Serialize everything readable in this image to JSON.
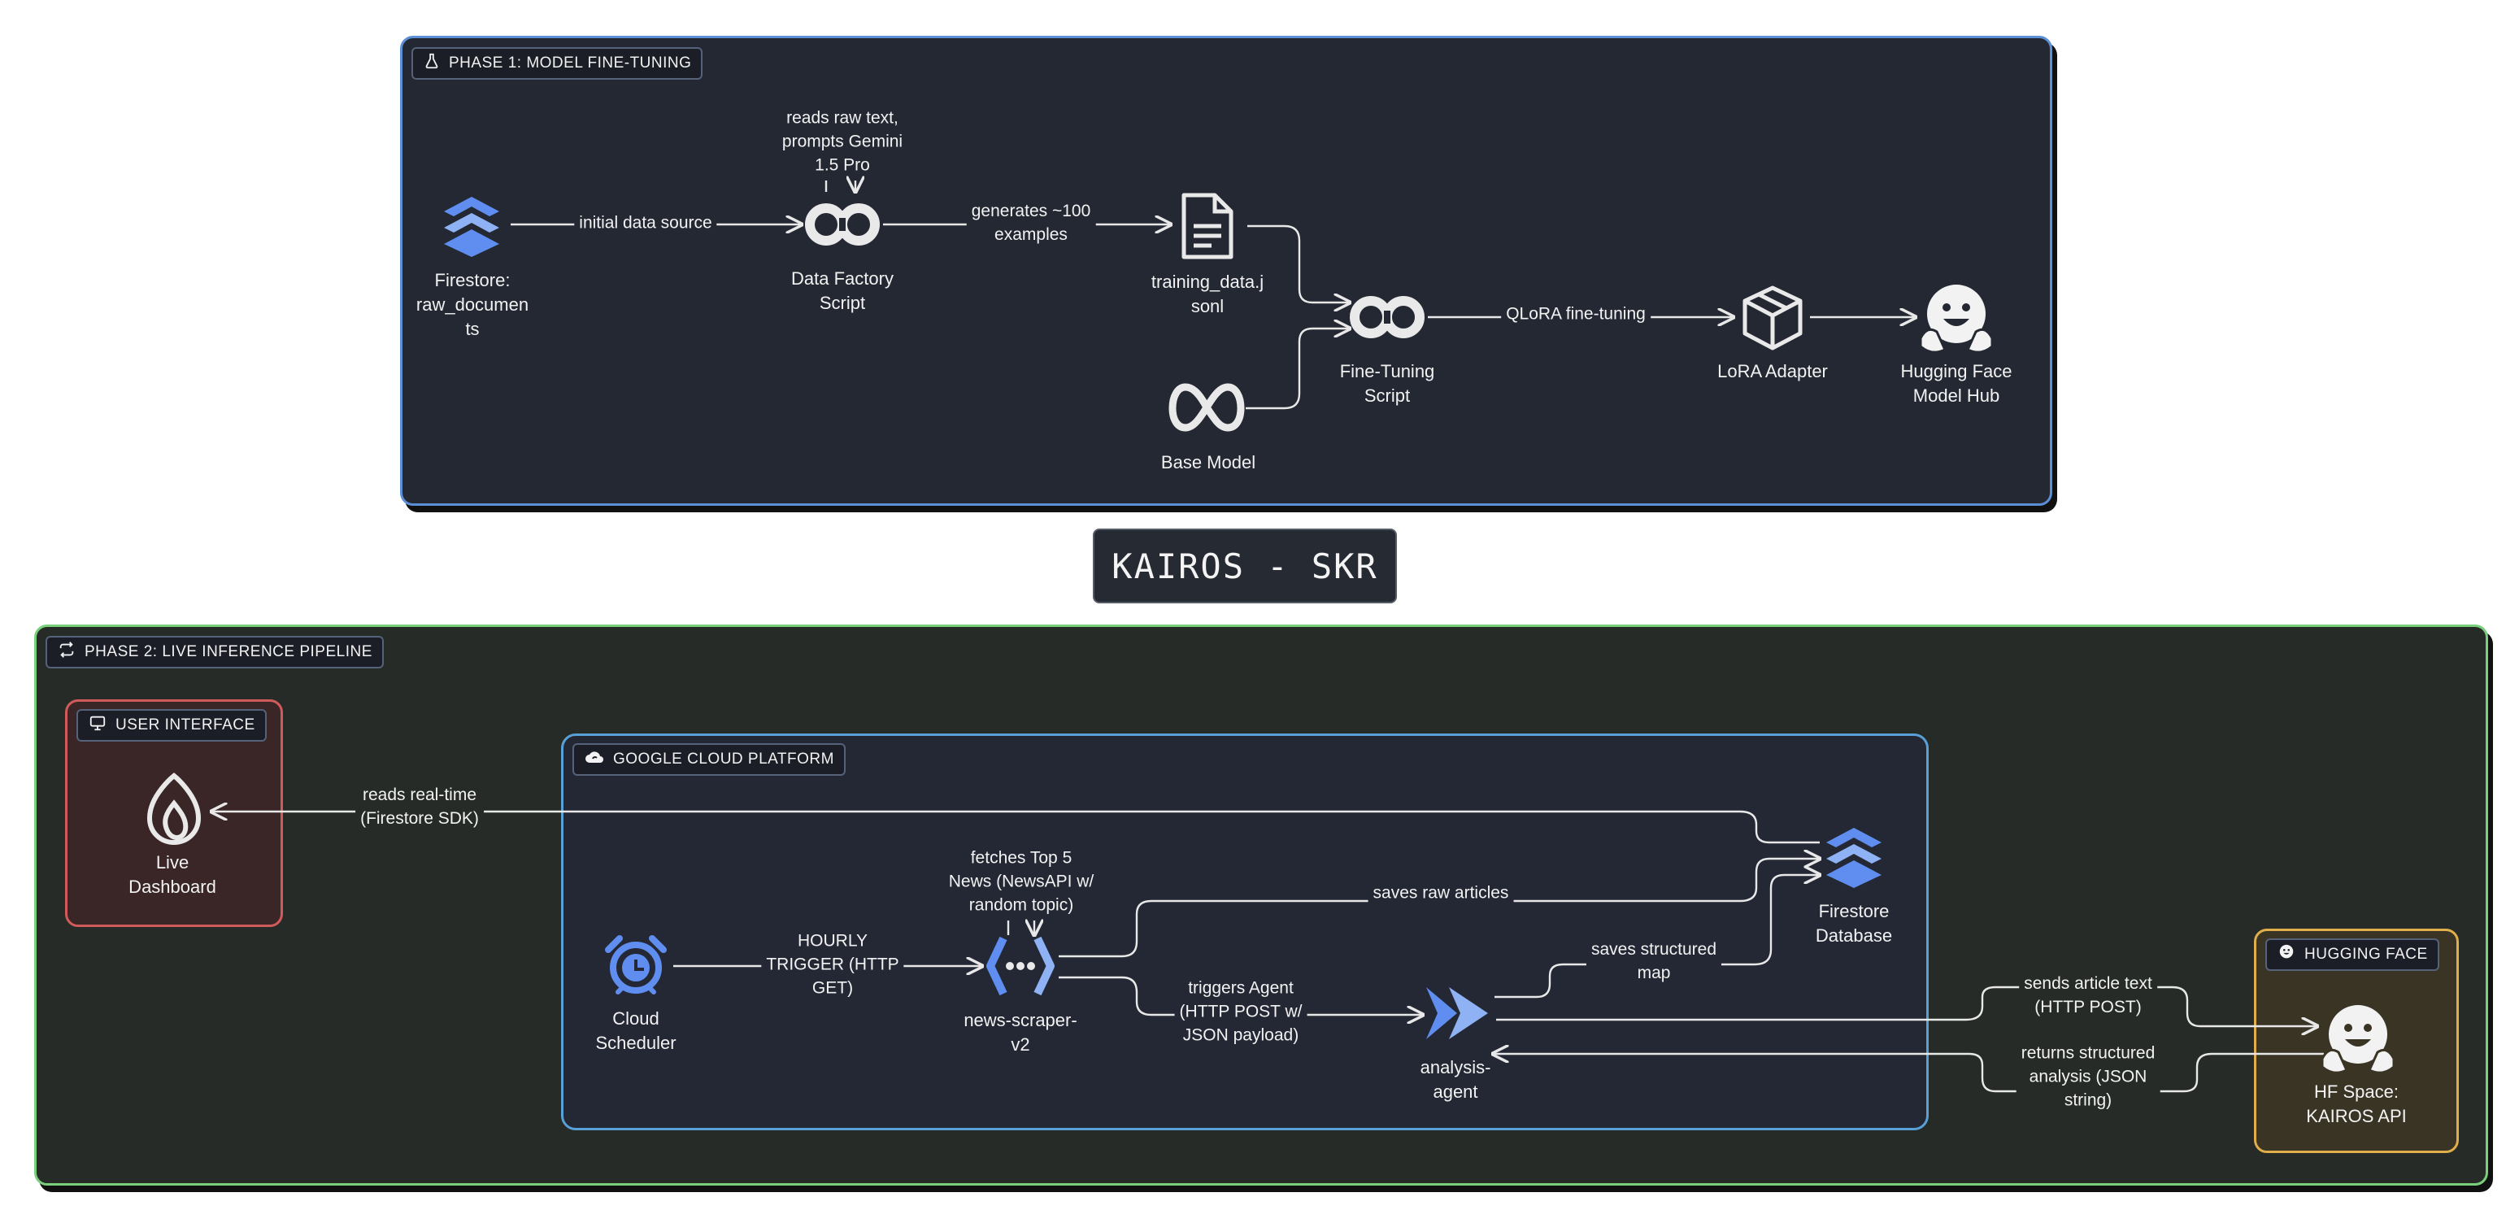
{
  "title": "KAIROS - SKR",
  "phase1": {
    "badge": "PHASE 1: MODEL FINE-TUNING",
    "nodes": {
      "firestore_raw": "Firestore:\nraw_documen\nts",
      "data_factory": "Data Factory\nScript",
      "training_data": "training_data.j\nsonl",
      "base_model": "Base Model",
      "fine_tuning": "Fine-Tuning\nScript",
      "lora": "LoRA Adapter",
      "hf_hub": "Hugging Face\nModel Hub"
    },
    "edges": {
      "initial_source": "initial data source",
      "reads_raw": "reads raw text,\nprompts Gemini\n1.5 Pro",
      "generates": "generates ~100\nexamples",
      "qlora": "QLoRA fine-tuning"
    }
  },
  "phase2": {
    "badge": "PHASE 2: LIVE INFERENCE PIPELINE",
    "user_interface": {
      "badge": "USER INTERFACE",
      "dashboard": "Live\nDashboard"
    },
    "gcp": {
      "badge": "GOOGLE CLOUD PLATFORM",
      "scheduler": "Cloud\nScheduler",
      "scraper": "news-scraper-\nv2",
      "agent": "analysis-\nagent",
      "firestore_db": "Firestore\nDatabase"
    },
    "hugging_face": {
      "badge": "HUGGING FACE",
      "space": "HF Space:\nKAIROS API"
    },
    "edges": {
      "reads_realtime": "reads real-time\n(Firestore SDK)",
      "hourly": "HOURLY\nTRIGGER (HTTP\nGET)",
      "fetches": "fetches Top 5\nNews (NewsAPI w/\nrandom topic)",
      "saves_raw": "saves raw articles",
      "triggers": "triggers Agent\n(HTTP POST w/\nJSON payload)",
      "saves_structured": "saves structured\nmap",
      "sends_article": "sends article text\n(HTTP POST)",
      "returns_structured": "returns structured\nanalysis (JSON\nstring)"
    }
  },
  "colors": {
    "phase1_border": "#5b8fd6",
    "phase2_border": "#79cf7c",
    "ui_border": "#d15b5b",
    "gcp_border": "#58a0d6",
    "hf_border": "#e0ae4a",
    "google_blue": "#5f8ef0"
  },
  "icons": [
    "flask-icon",
    "firestore-icon",
    "colab-icon",
    "document-icon",
    "meta-icon",
    "box-icon",
    "hugging-face-icon",
    "loop-icon",
    "monitor-icon",
    "cloud-icon",
    "firebase-icon",
    "alarm-icon",
    "cloud-run-icon",
    "agent-icon"
  ]
}
